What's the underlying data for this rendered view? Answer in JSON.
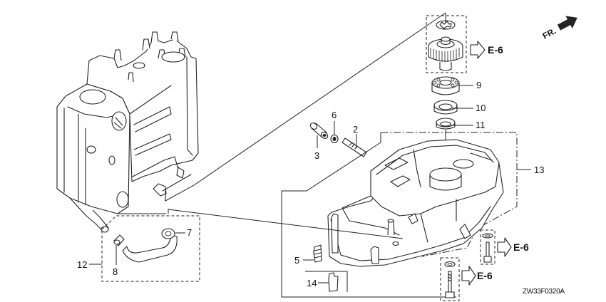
{
  "diagram": {
    "drawing_code": "ZW33F0320A",
    "direction_indicator": {
      "label": "FR.",
      "icon": "front-direction-arrow-icon"
    },
    "callouts": [
      {
        "id": "2",
        "label": "2"
      },
      {
        "id": "3",
        "label": "3"
      },
      {
        "id": "5",
        "label": "5"
      },
      {
        "id": "6",
        "label": "6"
      },
      {
        "id": "7",
        "label": "7"
      },
      {
        "id": "8",
        "label": "8"
      },
      {
        "id": "9",
        "label": "9"
      },
      {
        "id": "10",
        "label": "10"
      },
      {
        "id": "11",
        "label": "11"
      },
      {
        "id": "12",
        "label": "12"
      },
      {
        "id": "13",
        "label": "13"
      },
      {
        "id": "14",
        "label": "14"
      }
    ],
    "cross_references": [
      {
        "id": "gear",
        "label": "E-6"
      },
      {
        "id": "bolt-right",
        "label": "E-6"
      },
      {
        "id": "bolt-bottom",
        "label": "E-6"
      }
    ]
  }
}
